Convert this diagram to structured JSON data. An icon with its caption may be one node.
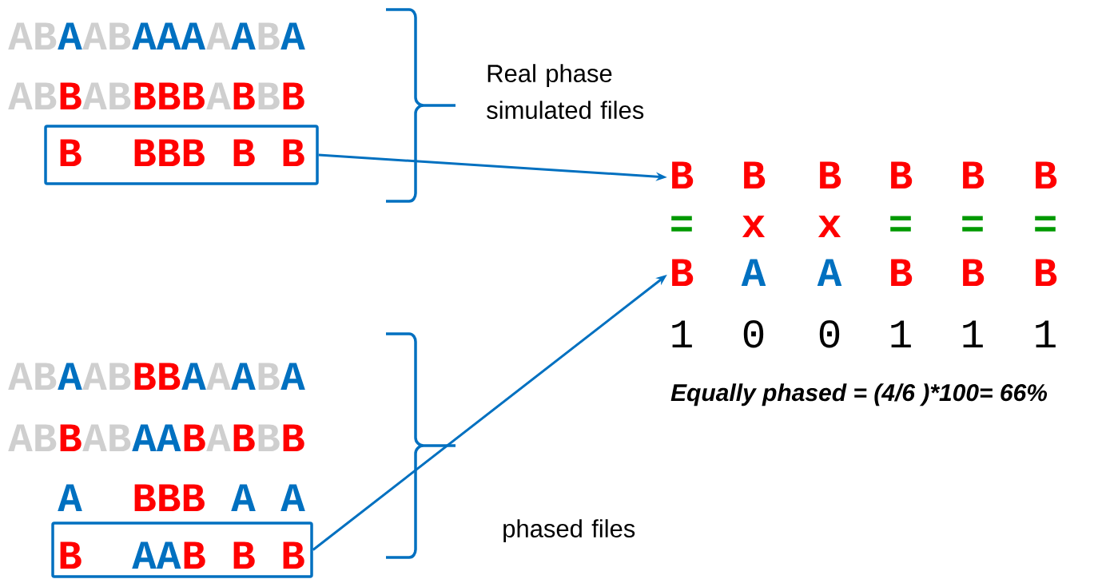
{
  "diagram": {
    "nodes": [
      {
        "text": [
          "B",
          "BBB",
          "B",
          "B"
        ]
      },
      {
        "text": [
          "B",
          "B",
          "B",
          "B",
          "B",
          "B"
        ]
      },
      {
        "text": [
          "B",
          "A",
          "A",
          "B",
          "B",
          "B"
        ]
      },
      {
        "text": [
          "B",
          "AA",
          "B",
          "B",
          "B"
        ]
      }
    ],
    "edges": [
      {
        "from": 0,
        "to": 1,
        "arrow": "to"
      },
      {
        "from": 3,
        "to": 2,
        "arrow": "to"
      }
    ],
    "labels": [
      "AB",
      "A",
      "AB",
      "AAA",
      "A",
      "A",
      "B",
      "A",
      "AB",
      "B",
      "AB",
      "BBB",
      "A",
      "B",
      "B",
      "B",
      "Real phase simulated files",
      "=",
      "x",
      "x",
      "=",
      "=",
      "=",
      "1",
      "0",
      "0",
      "1",
      "1",
      "1",
      "Equally phased = (4/6 )*100= 66%",
      "AB",
      "A",
      "AB",
      "BB",
      "A",
      "A",
      "A",
      "B",
      "A",
      "AB",
      "B",
      "AB",
      "AA",
      "B",
      "A",
      "B",
      "B",
      "B",
      "A",
      "BBB",
      "A",
      "A",
      "phased files"
    ]
  }
}
